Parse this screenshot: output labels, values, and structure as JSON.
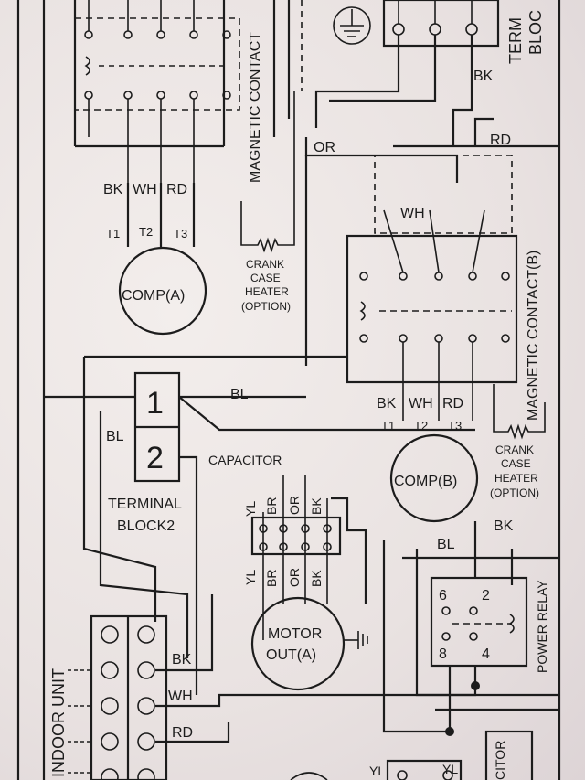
{
  "labels": {
    "magnetic_contact_a": "MAGNETIC CONTACT",
    "magnetic_contact_b": "MAGNETIC CONTACT(B)",
    "terminal_block_top_1": "TERM",
    "terminal_block_top_2": "BLOC",
    "comp_a": "COMP(A)",
    "comp_b": "COMP(B)",
    "crank_a": [
      "CRANK",
      "CASE",
      "HEATER",
      "(OPTION)"
    ],
    "crank_b": [
      "CRANK",
      "CASE",
      "HEATER",
      "(OPTION)"
    ],
    "capacitor": "CAPACITOR",
    "terminal_block2": [
      "TERMINAL",
      "BLOCK2"
    ],
    "motor": [
      "MOTOR",
      "OUT(A)"
    ],
    "power_relay": "POWER RELAY",
    "indoor_unit": "INDOOR UNIT",
    "capacitor_bottom": "CITOR"
  },
  "wire_labels": {
    "bk_top": "BK",
    "or_top": "OR",
    "rd_top": "RD",
    "wh_b": "WH",
    "bl_mid": "BL",
    "bl_left": "BL",
    "bk_right": "BK",
    "bl_right": "BL",
    "bk_indoor": "BK",
    "wh_indoor": "WH",
    "rd_indoor": "RD",
    "yl_bottom_1": "YL",
    "yl_bottom_2": "YL"
  },
  "comp_a_leads": [
    "BK",
    "WH",
    "RD"
  ],
  "comp_a_terms": [
    "T1",
    "T2",
    "T3"
  ],
  "comp_b_leads": [
    "BK",
    "WH",
    "RD"
  ],
  "comp_b_terms": [
    "T1",
    "T2",
    "T3"
  ],
  "capacitor_leads_top": [
    "YL",
    "BR",
    "OR",
    "BK"
  ],
  "capacitor_leads_bottom": [
    "YL",
    "BR",
    "OR",
    "BK"
  ],
  "terminal_block2_terms": [
    "1",
    "2"
  ],
  "power_relay_terms": [
    "6",
    "2",
    "8",
    "4"
  ]
}
